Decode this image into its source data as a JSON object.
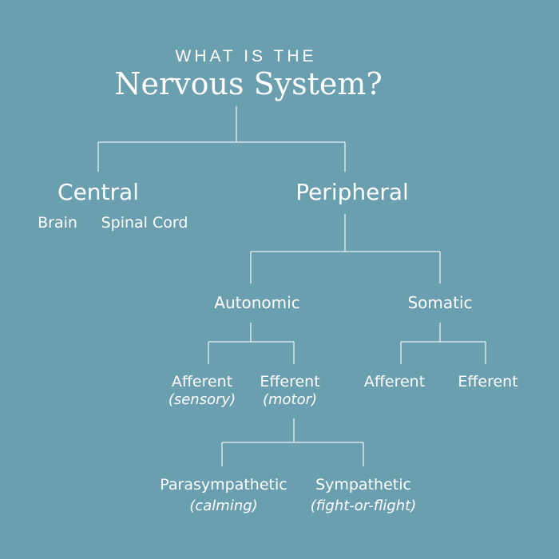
{
  "header": {
    "kicker": "WHAT IS THE",
    "title": "Nervous System?"
  },
  "central": {
    "label": "Central",
    "children": [
      "Brain",
      "Spinal Cord"
    ]
  },
  "peripheral": {
    "label": "Peripheral",
    "autonomic": {
      "label": "Autonomic",
      "afferent": {
        "label": "Afferent",
        "note": "(sensory)"
      },
      "efferent": {
        "label": "Efferent",
        "note": "(motor)",
        "parasympathetic": {
          "label": "Parasympathetic",
          "note": "(calming)"
        },
        "sympathetic": {
          "label": "Sympathetic",
          "note": "(fight-or-flight)"
        }
      }
    },
    "somatic": {
      "label": "Somatic",
      "afferent": {
        "label": "Afferent"
      },
      "efferent": {
        "label": "Efferent"
      }
    }
  },
  "colors": {
    "background": "#6a9fb0",
    "text": "#ffffff",
    "lines": "#ffffff"
  }
}
